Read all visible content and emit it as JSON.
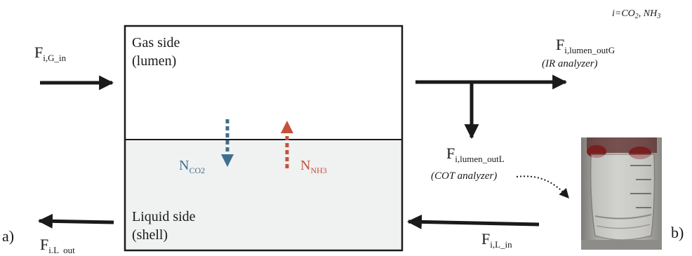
{
  "species_note": {
    "prefix": "i=CO",
    "sub1": "2",
    "suffix": ", NH",
    "sub2": "3"
  },
  "compartments": {
    "gas": {
      "line1": "Gas side",
      "line2": "(lumen)"
    },
    "liquid": {
      "line1": "Liquid side",
      "line2": "(shell)"
    }
  },
  "flows": {
    "gas_in": {
      "base": "F",
      "sub": "i,G_in"
    },
    "lumen_out_g": {
      "base": "F",
      "sub": "i,lumen_outG",
      "analyzer": "(IR analyzer)"
    },
    "lumen_out_l": {
      "base": "F",
      "sub": "i,lumen_outL",
      "analyzer": "(COT analyzer)"
    },
    "liquid_in": {
      "base": "F",
      "sub": "i,L_in"
    },
    "liquid_out": {
      "base": "F",
      "sub": "i.L  out"
    }
  },
  "fluxes": {
    "co2": {
      "base": "N",
      "sub": "CO2",
      "color": "#3f6f8f"
    },
    "nh3": {
      "base": "N",
      "sub": "NH3",
      "color": "#c8503a"
    }
  },
  "panel_labels": {
    "a": "a)",
    "b": "b)"
  },
  "colors": {
    "liquid_fill": "#f0f1f1",
    "line": "#1a1a1a",
    "co2": "#3f6f8f",
    "nh3": "#c8503a"
  }
}
